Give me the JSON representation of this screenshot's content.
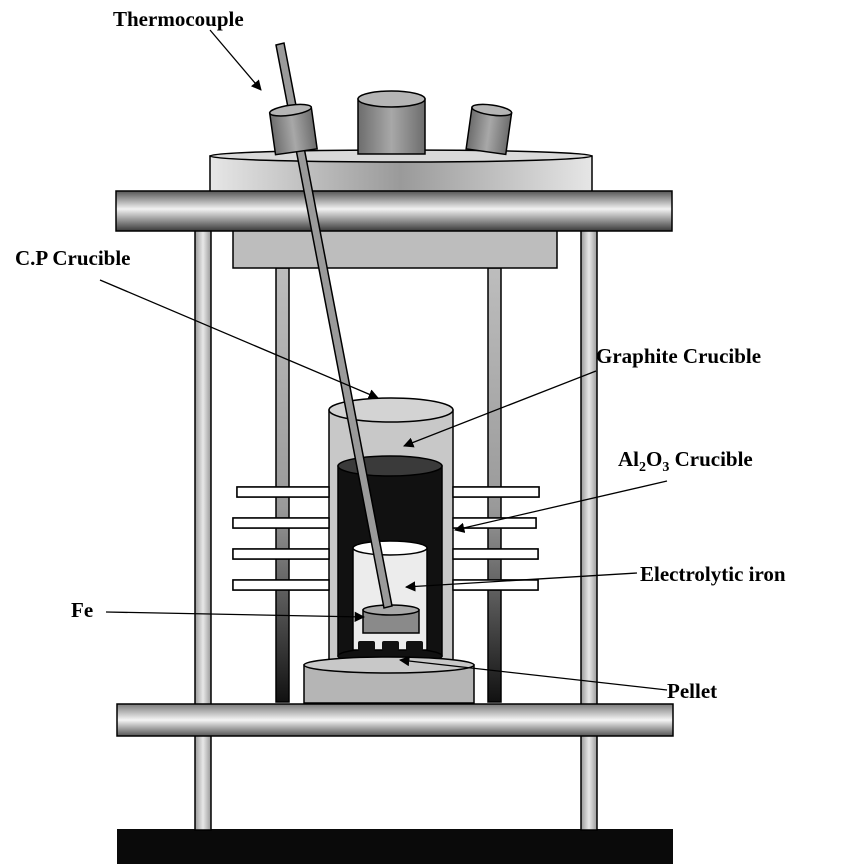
{
  "labels": {
    "thermocouple": "Thermocouple",
    "cp_crucible": "C.P Crucible",
    "graphite_crucible": "Graphite Crucible",
    "al2o3": {
      "al": "Al",
      "sub2": "2",
      "o": "O",
      "sub3": "3",
      "rest": " Crucible"
    },
    "electrolytic_iron": "Electrolytic iron",
    "fe": "Fe",
    "pellet": "Pellet"
  },
  "colors": {
    "outline": "#000000",
    "top_plate": "#cfcfcf",
    "upper_block": "#bdbdbd",
    "cp_crucible": "#c8c8c8",
    "graphite_crucible": "#111111",
    "al2o3_crucible": "#ececec",
    "fe_sample": "#8a8a8a",
    "pellet_base": "#b5b5b5",
    "base_block": "#0a0a0a",
    "rods": "#c4c4c4"
  }
}
